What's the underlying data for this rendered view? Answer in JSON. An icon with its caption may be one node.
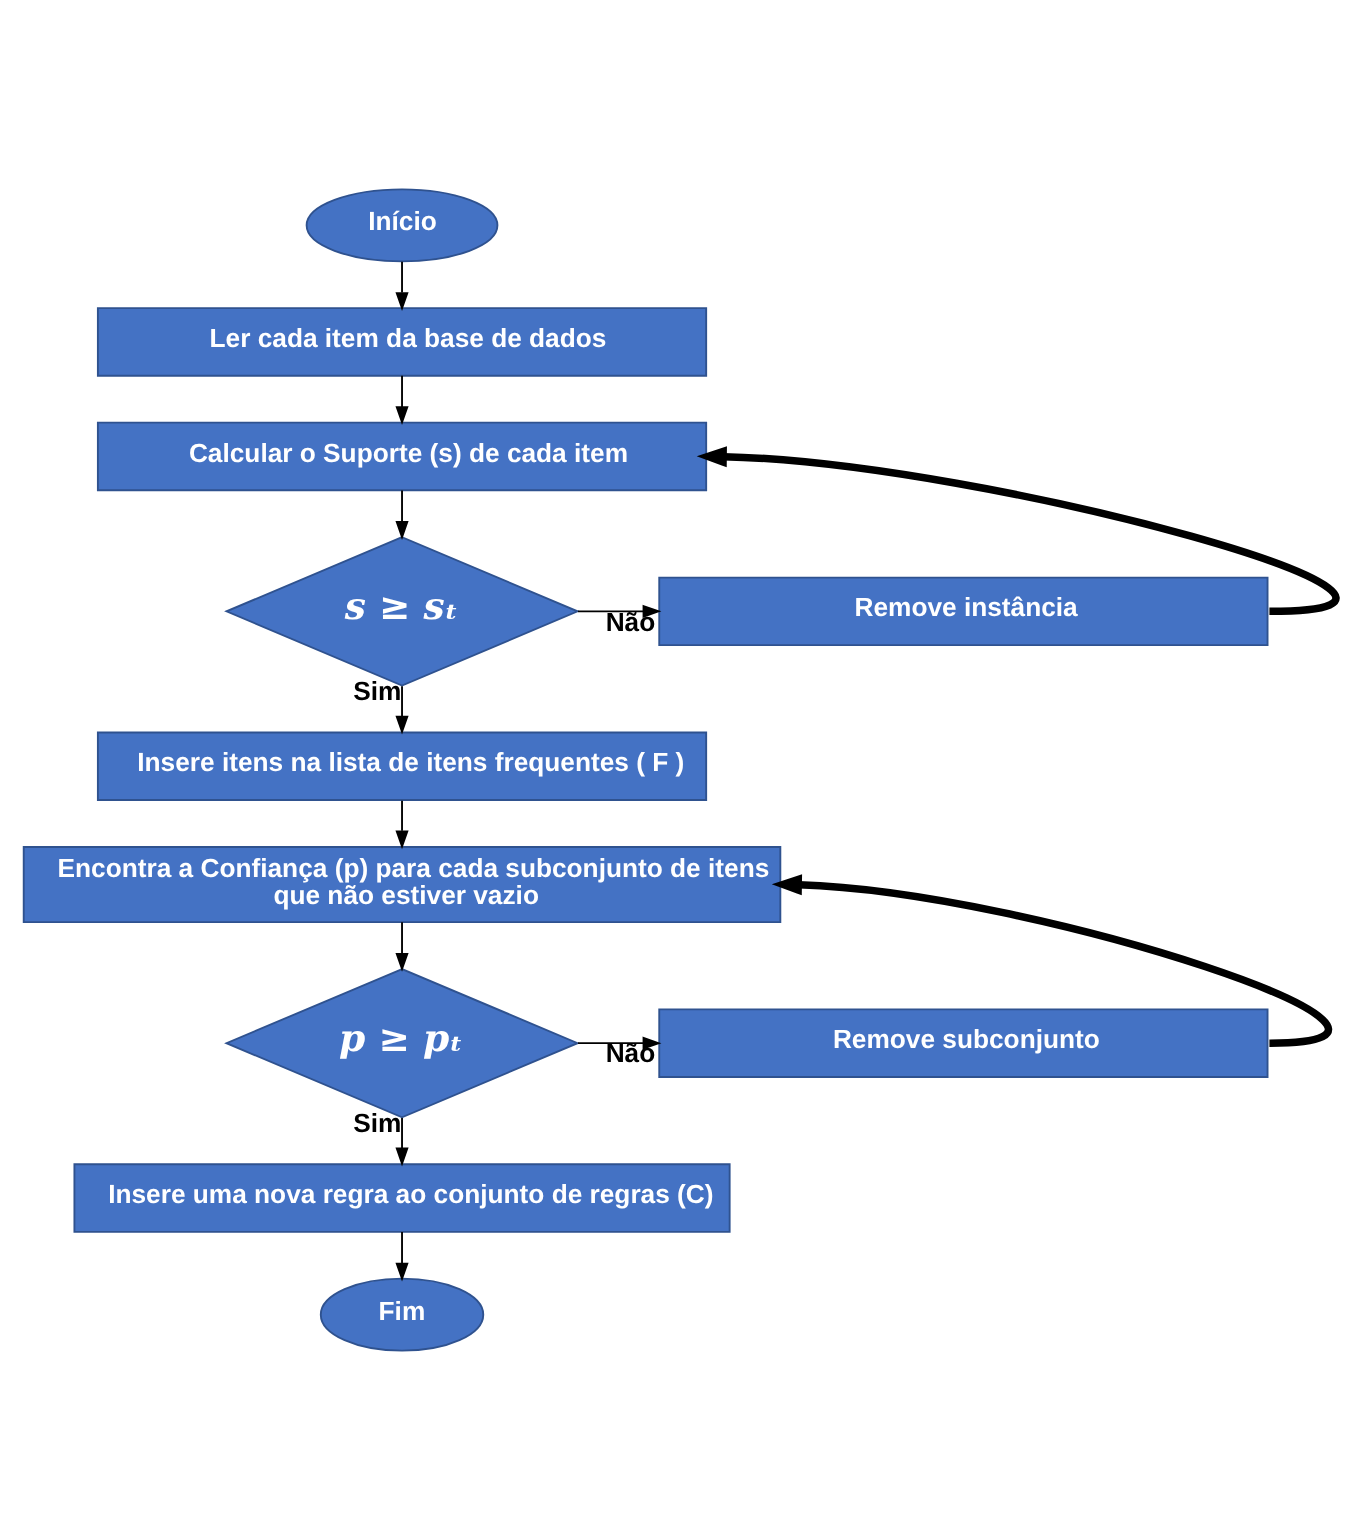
{
  "diagram": {
    "nodes": [
      {
        "text": [
          "Início"
        ]
      },
      {
        "text": [
          "Ler cada item da base de dados"
        ]
      },
      {
        "text": [
          "Calcular o Suporte (s) de cada item"
        ]
      },
      {
        "text": [
          "s ≥ sₜ"
        ]
      },
      {
        "text": [
          "Remove instância"
        ]
      },
      {
        "text": [
          "Insere itens na lista de itens frequentes ( F )"
        ]
      },
      {
        "text": [
          "Encontra a Confiança (p) para cada subconjunto de itens que não estiver vazio"
        ]
      },
      {
        "text": [
          "p ≥ pₜ"
        ]
      },
      {
        "text": [
          "Remove subconjunto"
        ]
      },
      {
        "text": [
          "Insere uma nova regra ao conjunto de regras (C)"
        ]
      },
      {
        "text": [
          "Fim"
        ]
      }
    ],
    "edges": [
      {
        "from": 0,
        "to": 1,
        "arrow": "to"
      },
      {
        "from": 1,
        "to": 2,
        "arrow": "to"
      },
      {
        "from": 2,
        "to": 3,
        "arrow": "to"
      },
      {
        "from": 3,
        "to": 4,
        "arrow": "to",
        "label": "Não"
      },
      {
        "from": 4,
        "to": 2,
        "arrow": "to",
        "style": "thick"
      },
      {
        "from": 3,
        "to": 5,
        "arrow": "to",
        "label": "Sim"
      },
      {
        "from": 5,
        "to": 6,
        "arrow": "to"
      },
      {
        "from": 6,
        "to": 7,
        "arrow": "to"
      },
      {
        "from": 7,
        "to": 8,
        "arrow": "to",
        "label": "Não"
      },
      {
        "from": 8,
        "to": 6,
        "arrow": "to",
        "style": "thick"
      },
      {
        "from": 7,
        "to": 9,
        "arrow": "to",
        "label": "Sim"
      },
      {
        "from": 9,
        "to": 10,
        "arrow": "to"
      }
    ]
  }
}
